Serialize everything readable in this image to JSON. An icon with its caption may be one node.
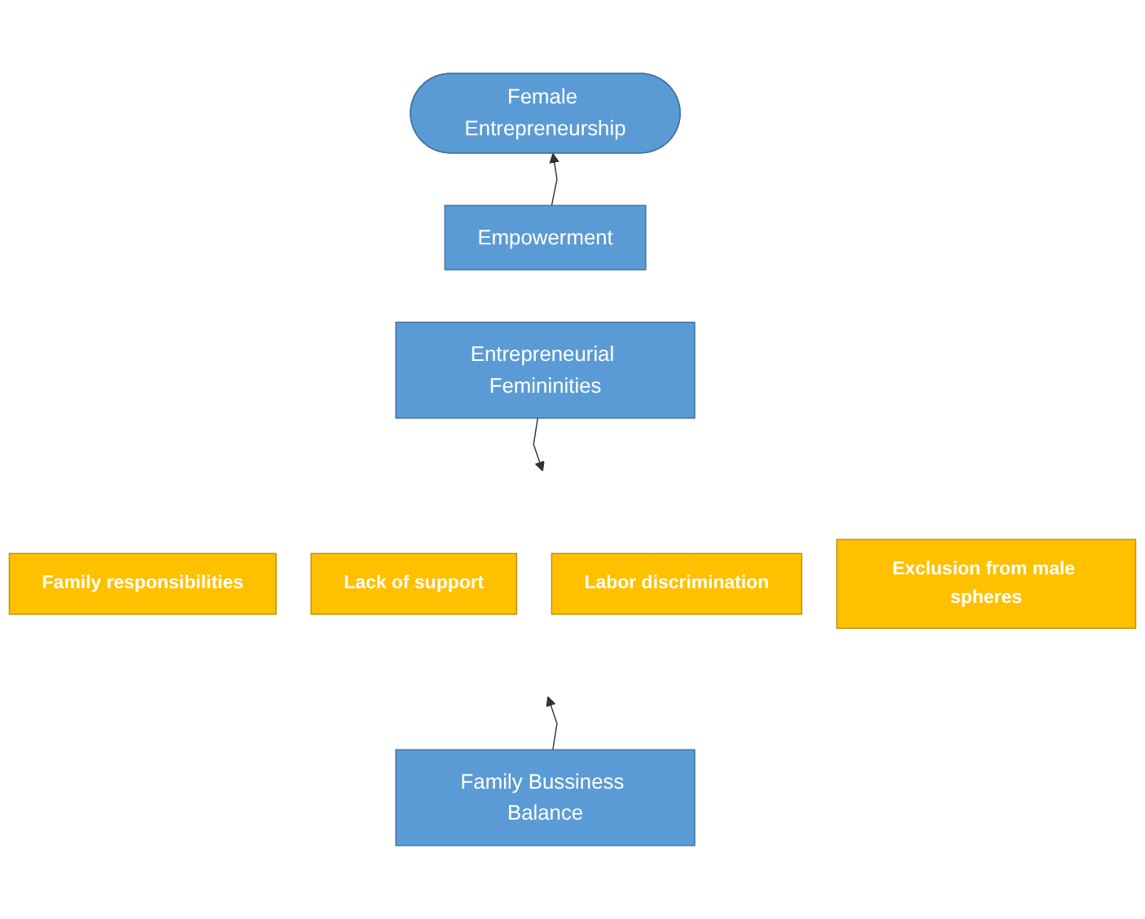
{
  "diagram": {
    "nodes": [
      {
        "text": [
          "Female Entrepreneurship"
        ]
      },
      {
        "text": [
          "Empowerment"
        ]
      },
      {
        "text": [
          "Entrepreneurial Femininities"
        ]
      },
      {
        "text": [
          "Family responsibilities"
        ]
      },
      {
        "text": [
          "Lack of support"
        ]
      },
      {
        "text": [
          "Labor discrimination"
        ]
      },
      {
        "text": [
          "Exclusion from male spheres"
        ]
      },
      {
        "text": [
          "Family Bussiness Balance"
        ]
      }
    ],
    "edges": [
      {
        "from": 1,
        "to": 0,
        "arrow": "to"
      },
      {
        "from": 2,
        "to": null,
        "arrow": "to"
      },
      {
        "from": 7,
        "to": null,
        "arrow": "to"
      }
    ]
  }
}
